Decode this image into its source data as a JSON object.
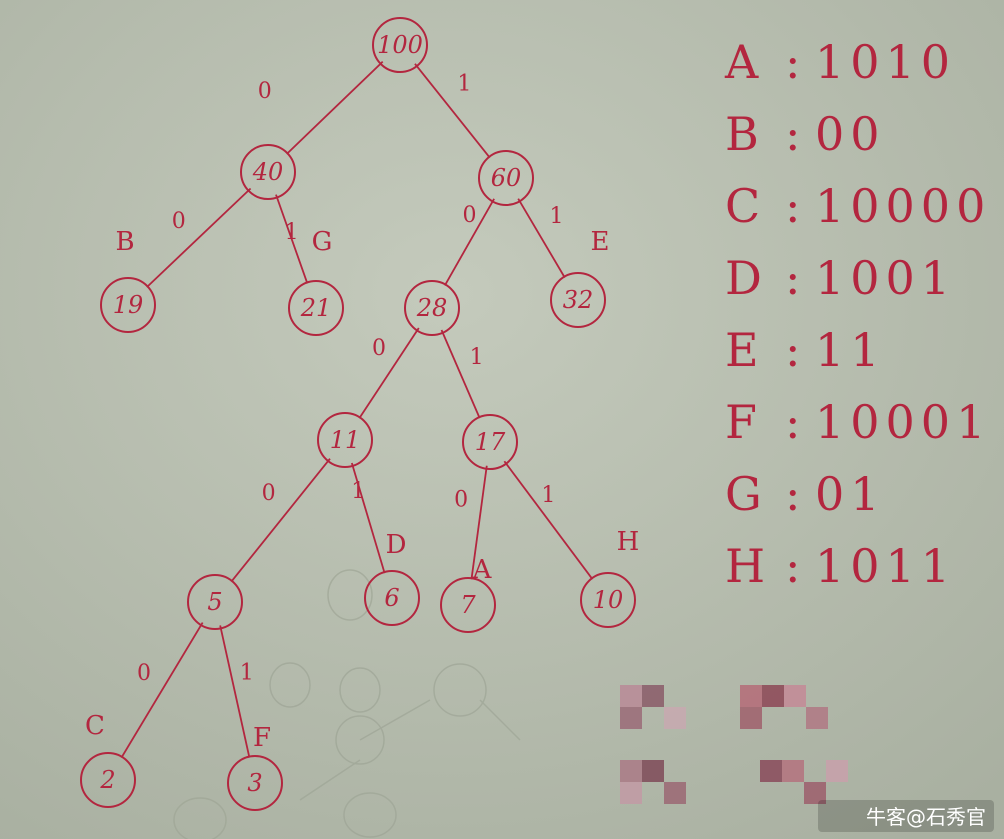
{
  "tree": {
    "nodes": [
      {
        "id": "n100",
        "value": "100"
      },
      {
        "id": "n40",
        "value": "40"
      },
      {
        "id": "n60",
        "value": "60"
      },
      {
        "id": "n19",
        "value": "19",
        "label": "B"
      },
      {
        "id": "n21",
        "value": "21",
        "label": "G"
      },
      {
        "id": "n28",
        "value": "28"
      },
      {
        "id": "n32",
        "value": "32",
        "label": "E"
      },
      {
        "id": "n11",
        "value": "11"
      },
      {
        "id": "n17",
        "value": "17"
      },
      {
        "id": "n5",
        "value": "5"
      },
      {
        "id": "n6",
        "value": "6",
        "label": "D"
      },
      {
        "id": "n7",
        "value": "7",
        "label": "A"
      },
      {
        "id": "n10",
        "value": "10",
        "label": "H"
      },
      {
        "id": "n2",
        "value": "2",
        "label": "C"
      },
      {
        "id": "n3",
        "value": "3",
        "label": "F"
      }
    ],
    "edges": [
      {
        "from": "n100",
        "to": "n40",
        "bit": "0"
      },
      {
        "from": "n100",
        "to": "n60",
        "bit": "1"
      },
      {
        "from": "n40",
        "to": "n19",
        "bit": "0"
      },
      {
        "from": "n40",
        "to": "n21",
        "bit": "1"
      },
      {
        "from": "n60",
        "to": "n28",
        "bit": "0"
      },
      {
        "from": "n60",
        "to": "n32",
        "bit": "1"
      },
      {
        "from": "n28",
        "to": "n11",
        "bit": "0"
      },
      {
        "from": "n28",
        "to": "n17",
        "bit": "1"
      },
      {
        "from": "n11",
        "to": "n5",
        "bit": "0"
      },
      {
        "from": "n11",
        "to": "n6",
        "bit": "1"
      },
      {
        "from": "n17",
        "to": "n7",
        "bit": "0"
      },
      {
        "from": "n17",
        "to": "n10",
        "bit": "1"
      },
      {
        "from": "n5",
        "to": "n2",
        "bit": "0"
      },
      {
        "from": "n5",
        "to": "n3",
        "bit": "1"
      }
    ]
  },
  "codes": [
    {
      "letter": "A",
      "sep": ":",
      "code": "1010"
    },
    {
      "letter": "B",
      "sep": ":",
      "code": "00"
    },
    {
      "letter": "C",
      "sep": ":",
      "code": "10000"
    },
    {
      "letter": "D",
      "sep": ":",
      "code": "1001"
    },
    {
      "letter": "E",
      "sep": ":",
      "code": "11"
    },
    {
      "letter": "F",
      "sep": ":",
      "code": "10001"
    },
    {
      "letter": "G",
      "sep": ":",
      "code": "01"
    },
    {
      "letter": "H",
      "sep": ":",
      "code": "1011"
    }
  ],
  "watermark": {
    "text": "牛客@石秀官"
  },
  "colors": {
    "ink": "#b3263f",
    "paper": "#b9c0b1",
    "watermark": "#ffffff"
  }
}
